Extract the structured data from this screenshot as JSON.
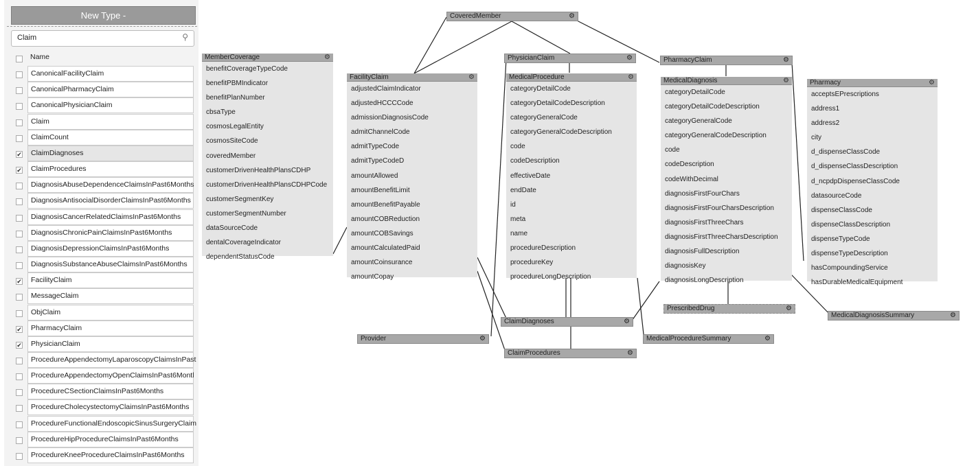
{
  "sidebar": {
    "new_type_label": "New Type -",
    "search_value": "Claim",
    "search_icon": "search-icon",
    "column_header": "Name",
    "items": [
      {
        "label": "CanonicalFacilityClaim",
        "checked": false
      },
      {
        "label": "CanonicalPharmacyClaim",
        "checked": false
      },
      {
        "label": "CanonicalPhysicianClaim",
        "checked": false
      },
      {
        "label": "Claim",
        "checked": false
      },
      {
        "label": "ClaimCount",
        "checked": false
      },
      {
        "label": "ClaimDiagnoses",
        "checked": true
      },
      {
        "label": "ClaimProcedures",
        "checked": true
      },
      {
        "label": "DiagnosisAbuseDependenceClaimsInPast6Months",
        "checked": false
      },
      {
        "label": "DiagnosisAntisocialDisorderClaimsInPast6Months",
        "checked": false
      },
      {
        "label": "DiagnosisCancerRelatedClaimsInPast6Months",
        "checked": false
      },
      {
        "label": "DiagnosisChronicPainClaimsInPast6Months",
        "checked": false
      },
      {
        "label": "DiagnosisDepressionClaimsInPast6Months",
        "checked": false
      },
      {
        "label": "DiagnosisSubstanceAbuseClaimsInPast6Months",
        "checked": false
      },
      {
        "label": "FacilityClaim",
        "checked": true
      },
      {
        "label": "MessageClaim",
        "checked": false
      },
      {
        "label": "ObjClaim",
        "checked": false
      },
      {
        "label": "PharmacyClaim",
        "checked": true
      },
      {
        "label": "PhysicianClaim",
        "checked": true
      },
      {
        "label": "ProcedureAppendectomyLaparoscopyClaimsInPast",
        "checked": false
      },
      {
        "label": "ProcedureAppendectomyOpenClaimsInPast6Montl",
        "checked": false
      },
      {
        "label": "ProcedureCSectionClaimsInPast6Months",
        "checked": false
      },
      {
        "label": "ProcedureCholecystectomyClaimsInPast6Months",
        "checked": false
      },
      {
        "label": "ProcedureFunctionalEndoscopicSinusSurgeryClaim",
        "checked": false
      },
      {
        "label": "ProcedureHipProcedureClaimsInPast6Months",
        "checked": false
      },
      {
        "label": "ProcedureKneeProcedureClaimsInPast6Months",
        "checked": false
      }
    ]
  },
  "gear_icon": "gear-icon",
  "entities": [
    {
      "name": "MemberCoverage",
      "fields": [
        "benefitCoverageTypeCode",
        "benefitPBMIndicator",
        "benefitPlanNumber",
        "cbsaType",
        "cosmosLegalEntity",
        "cosmosSiteCode",
        "coveredMember",
        "customerDrivenHealthPlansCDHP",
        "customerDrivenHealthPlansCDHPCode",
        "customerSegmentKey",
        "customerSegmentNumber",
        "dataSourceCode",
        "dentalCoverageIndicator",
        "dependentStatusCode"
      ]
    },
    {
      "name": "FacilityClaim",
      "fields": [
        "adjustedClaimIndicator",
        "adjustedHCCCCode",
        "admissionDiagnosisCode",
        "admitChannelCode",
        "admitTypeCode",
        "admitTypeCodeD",
        "amountAllowed",
        "amountBenefitLimit",
        "amountBenefitPayable",
        "amountCOBReduction",
        "amountCOBSavings",
        "amountCalculatedPaid",
        "amountCoinsurance",
        "amountCopay"
      ]
    },
    {
      "name": "MedicalProcedure",
      "fields": [
        "categoryDetailCode",
        "categoryDetailCodeDescription",
        "categoryGeneralCode",
        "categoryGeneralCodeDescription",
        "code",
        "codeDescription",
        "effectiveDate",
        "endDate",
        "id",
        "meta",
        "name",
        "procedureDescription",
        "procedureKey",
        "procedureLongDescription"
      ]
    },
    {
      "name": "MedicalDiagnosis",
      "fields": [
        "categoryDetailCode",
        "categoryDetailCodeDescription",
        "categoryGeneralCode",
        "categoryGeneralCodeDescription",
        "code",
        "codeDescription",
        "codeWithDecimal",
        "diagnosisFirstFourChars",
        "diagnosisFirstFourCharsDescription",
        "diagnosisFirstThreeChars",
        "diagnosisFirstThreeCharsDescription",
        "diagnosisFullDescription",
        "diagnosisKey",
        "diagnosisLongDescription"
      ]
    },
    {
      "name": "Pharmacy",
      "fields": [
        "acceptsEPrescriptions",
        "address1",
        "address2",
        "city",
        "d_dispenseClassCode",
        "d_dispenseClassDescription",
        "d_ncpdpDispenseClassCode",
        "datasourceCode",
        "dispenseClassCode",
        "dispenseClassDescription",
        "dispenseTypeCode",
        "dispenseTypeDescription",
        "hasCompoundingService",
        "hasDurableMedicalEquipment"
      ]
    }
  ],
  "bars": [
    {
      "name": "CoveredMember"
    },
    {
      "name": "PhysicianClaim"
    },
    {
      "name": "PharmacyClaim"
    },
    {
      "name": "ClaimDiagnoses"
    },
    {
      "name": "Provider"
    },
    {
      "name": "ClaimProcedures"
    },
    {
      "name": "MedicalProcedureSummary"
    },
    {
      "name": "PrescribedDrug"
    },
    {
      "name": "MedicalDiagnosisSummary"
    }
  ]
}
